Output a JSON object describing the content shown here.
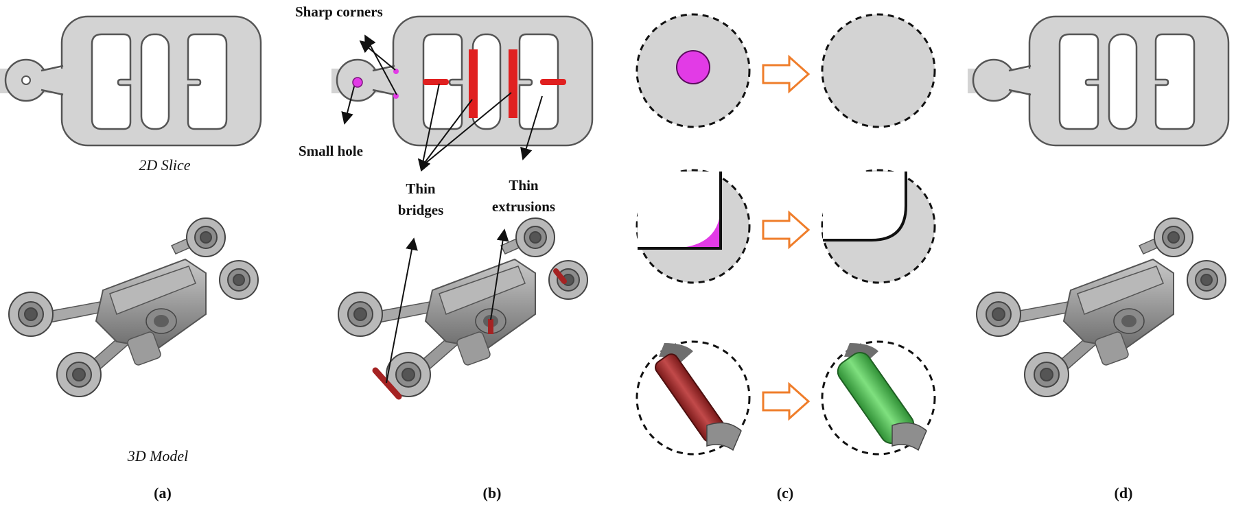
{
  "panels": {
    "a": {
      "label": "(a)",
      "slice_caption": "2D Slice",
      "model_caption": "3D Model"
    },
    "b": {
      "label": "(b)",
      "annotations": {
        "sharp_corners": "Sharp corners",
        "small_hole": "Small hole",
        "thin_bridges_1": "Thin",
        "thin_bridges_2": "bridges",
        "thin_extrusions_1": "Thin",
        "thin_extrusions_2": "extrusions"
      }
    },
    "c": {
      "label": "(c)"
    },
    "d": {
      "label": "(d)"
    }
  },
  "colors": {
    "part_fill": "#d3d3d3",
    "part_edge": "#777777",
    "defect_red": "#e02020",
    "defect_magenta": "#e23be6",
    "bridge_dark_red": "#a52323",
    "bridge_green": "#3cb043",
    "arrow_orange": "#ef7d2a",
    "model_gray": "#9d9d9d"
  },
  "icons": {
    "transform_arrow": "hollow-right-arrow-icon",
    "pointer_arrow": "black-arrow-icon"
  }
}
